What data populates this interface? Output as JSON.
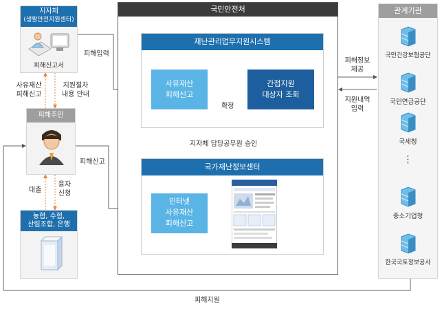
{
  "local_gov": {
    "title_line1": "지자체",
    "title_line2": "(생활안전지원센터)",
    "caption": "피해신고서"
  },
  "victim": {
    "title": "피해주민"
  },
  "bank": {
    "title_line1": "농협, 수협,",
    "title_line2": "산림조합, 은행"
  },
  "main": {
    "title": "국민안전처",
    "disaster_system": {
      "title": "재난관리업무지원시스템",
      "private_report_line1": "사유재산",
      "private_report_line2": "피해신고",
      "confirm": "확정",
      "indirect_line1": "간접지원",
      "indirect_line2": "대상자 조회"
    },
    "approval_label": "지자체 담당공무원 승인",
    "info_center": {
      "title": "국가재난정보센터",
      "internet_line1": "인터넷",
      "internet_line2": "사유재산",
      "internet_line3": "피해신고"
    }
  },
  "orgs": {
    "title": "관계기관",
    "items": [
      "국민건강보험공단",
      "국민연금공단",
      "국세청",
      "중소기업청",
      "한국국토정보공사"
    ],
    "ellipsis": "⋮"
  },
  "labels": {
    "damage_input": "피해입력",
    "private_report_left_line1": "사유재산",
    "private_report_left_line2": "피해신고",
    "support_guide_line1": "지원절차",
    "support_guide_line2": "내용 안내",
    "damage_report": "피해신고",
    "loan": "대출",
    "finance_line1": "융자",
    "finance_line2": "신청",
    "damage_info_line1": "피해정보",
    "damage_info_line2": "제공",
    "support_details_line1": "지원내역",
    "support_details_line2": "입력",
    "damage_support": "피해지원"
  },
  "colors": {
    "primary_blue": "#1e6fad",
    "light_blue": "#5ab4e6",
    "dark_blue": "#1d5e9e",
    "main_header": "#3b3b3b",
    "gray_header": "#9e9e9e",
    "dashed_orange": "#e8843a"
  }
}
